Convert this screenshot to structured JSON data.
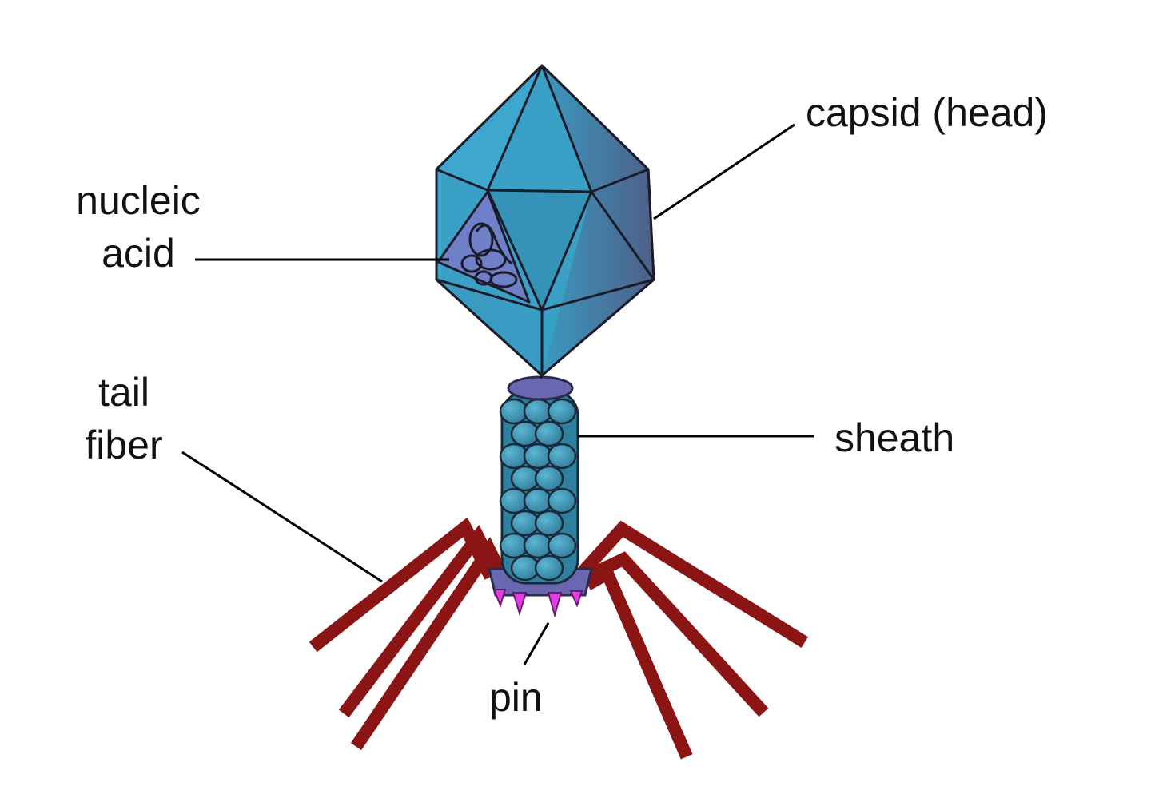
{
  "labels": {
    "capsid": "capsid (head)",
    "nucleic_acid": [
      "nucleic",
      "acid"
    ],
    "tail_fiber": [
      "tail",
      "fiber"
    ],
    "sheath": "sheath",
    "pin": "pin"
  },
  "colors": {
    "capsid_fill": "#3aa0c6",
    "capsid_dark": "#2a6f94",
    "capsid_edge": "#1b1b2a",
    "nucleic_fill": "#6f7fc8",
    "sheath_fill": "#3d93b2",
    "collar_fill": "#6a67b0",
    "fiber_fill": "#8b1515",
    "pin_fill": "#e23de6",
    "leader_line": "#000000"
  }
}
